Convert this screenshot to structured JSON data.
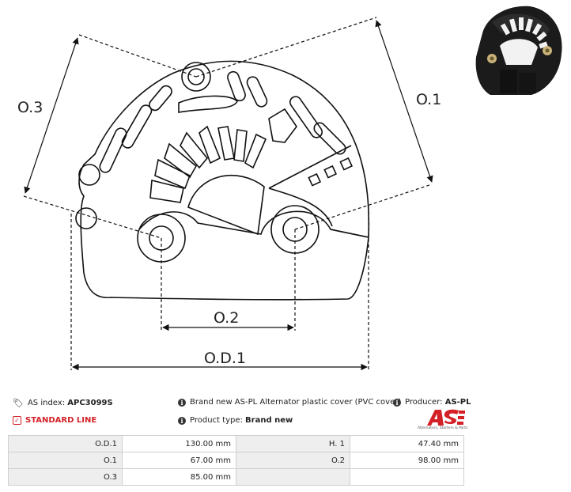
{
  "dimension_labels": {
    "od1": "O.D.1",
    "o1": "O.1",
    "o2": "O.2",
    "o3": "O.3"
  },
  "info": {
    "as_index_label": "AS index:",
    "as_index_value": "APC3099S",
    "line_label": "STANDARD LINE",
    "description": "Brand new AS-PL Alternator plastic cover (PVC cover)",
    "product_type_label": "Product type:",
    "product_type_value": "Brand new",
    "producer_label": "Producer:",
    "producer_value": "AS-PL"
  },
  "brand": {
    "tagline": "Alternators, Starters & Parts",
    "color": "#d42027"
  },
  "specs": [
    {
      "label_a": "O.D.1",
      "value_a": "130.00 mm",
      "label_b": "H. 1",
      "value_b": "47.40 mm"
    },
    {
      "label_a": "O.1",
      "value_a": "67.00 mm",
      "label_b": "O.2",
      "value_b": "98.00 mm"
    },
    {
      "label_a": "O.3",
      "value_a": "85.00 mm",
      "label_b": "",
      "value_b": ""
    }
  ],
  "icons": {
    "index": "tag-icon",
    "line": "check-square-icon",
    "info": "info-circle-icon"
  }
}
